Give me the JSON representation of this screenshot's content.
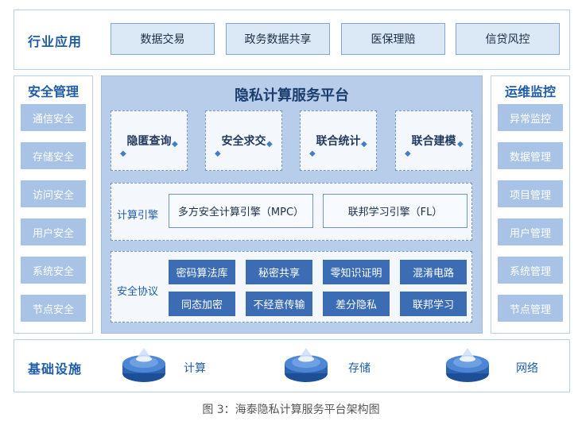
{
  "industry": {
    "title": "行业应用",
    "items": [
      "数据交易",
      "政务数据共享",
      "医保理赔",
      "信贷风控"
    ]
  },
  "security": {
    "title": "安全管理",
    "items": [
      "通信安全",
      "存储安全",
      "访问安全",
      "用户安全",
      "系统安全",
      "节点安全"
    ]
  },
  "platform": {
    "title": "隐私计算服务平台",
    "functions": [
      "隐匿查询",
      "安全求交",
      "联合统计",
      "联合建模"
    ],
    "engine_label": "计算引擎",
    "engines": [
      "多方安全计算引擎（MPC）",
      "联邦学习引擎（FL）"
    ],
    "protocol_label": "安全协议",
    "protocols": [
      "密码算法库",
      "秘密共享",
      "零知识证明",
      "混淆电路",
      "同态加密",
      "不经意传输",
      "差分隐私",
      "联邦学习"
    ]
  },
  "ops": {
    "title": "运维监控",
    "items": [
      "异常监控",
      "数据管理",
      "项目管理",
      "用户管理",
      "系统管理",
      "节点管理"
    ]
  },
  "infra": {
    "title": "基础设施",
    "items": [
      "计算",
      "存储",
      "网络"
    ]
  },
  "caption": "图 3：海泰隐私计算服务平台架构图",
  "colors": {
    "primary_blue": "#1f5ca8",
    "protocol_fill": "#3b6cb4",
    "side_item_fill": "#a9c3e6",
    "platform_fill": "#b8cdea",
    "industry_fill": "#dbe8f6"
  }
}
